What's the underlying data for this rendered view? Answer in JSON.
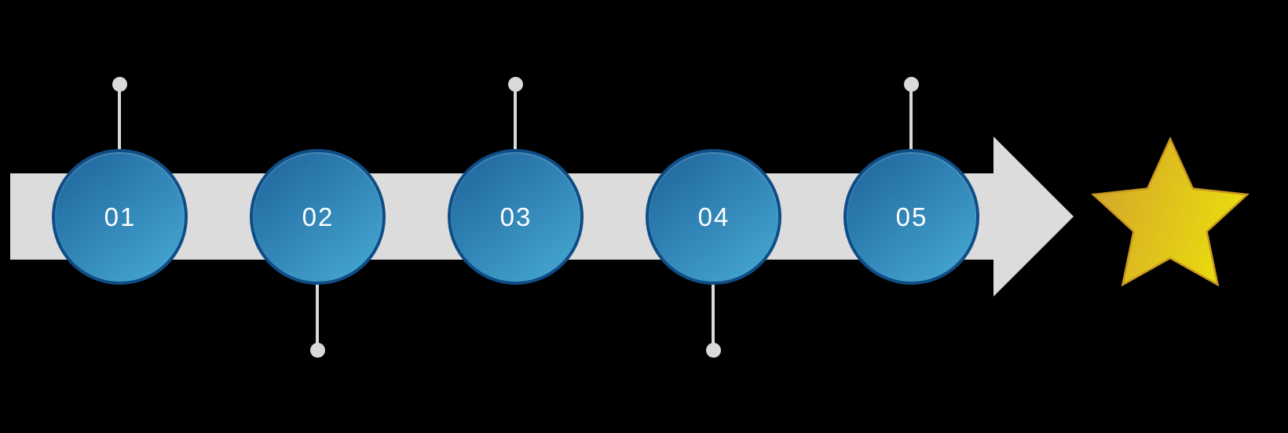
{
  "background_color": "#000000",
  "timeline": {
    "steps": [
      {
        "number": "01",
        "connector": "up"
      },
      {
        "number": "02",
        "connector": "down"
      },
      {
        "number": "03",
        "connector": "up"
      },
      {
        "number": "04",
        "connector": "down"
      },
      {
        "number": "05",
        "connector": "up"
      }
    ]
  },
  "icons": {
    "star": "five-point-star"
  },
  "colors": {
    "band": "#dcdcdc",
    "connector": "#d9d9d9",
    "circle_border": "#0e4d86",
    "circle_gradient_start": "#20689f",
    "circle_gradient_end": "#46a7d1",
    "step_text": "#ffffff",
    "star_gradient_start": "#d3a42c",
    "star_gradient_end": "#eadd0e",
    "star_stroke": "#c8991f"
  }
}
